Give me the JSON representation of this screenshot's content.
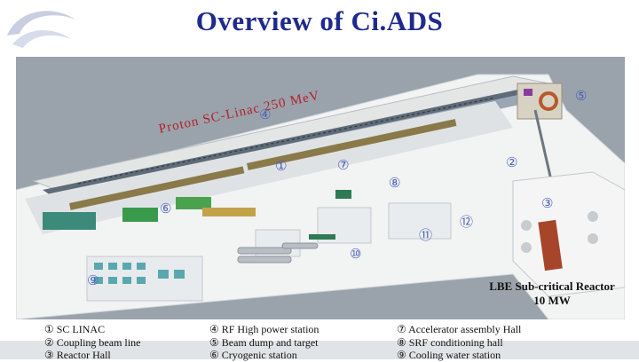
{
  "title": "Overview of Ci.ADS",
  "beam_label": "Proton SC-Linac 250 MeV",
  "reactor_label_line1": "LBE Sub-critical Reactor",
  "reactor_label_line2": "10 MW",
  "markers": [
    "①",
    "②",
    "③",
    "④",
    "⑤",
    "⑥",
    "⑦",
    "⑧",
    "⑨",
    "⑩",
    "⑪",
    "⑫"
  ],
  "legend": {
    "col1": [
      "① SC LINAC",
      "② Coupling beam line",
      "③ Reactor Hall"
    ],
    "col2": [
      "④ RF High power station",
      "⑤ Beam dump and target",
      "⑥ Cryogenic station"
    ],
    "col3": [
      "⑦ Accelerator assembly Hall",
      "⑧ SRF conditioning hall",
      "⑨ Cooling water station"
    ]
  },
  "colors": {
    "title": "#1f2a8c",
    "marker": "#4a63b8",
    "floor": "#ffffff",
    "ground": "#9aa3ab"
  }
}
